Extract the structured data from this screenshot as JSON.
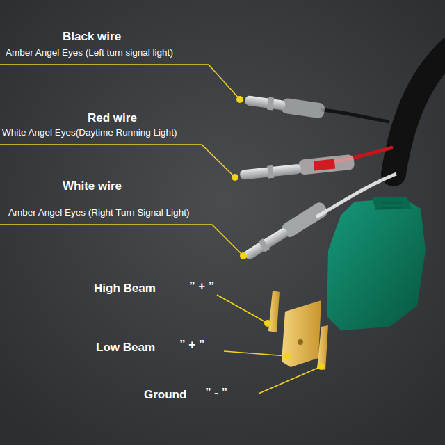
{
  "diagram": {
    "labels": [
      "Black wire",
      "Amber Angel Eyes (Left turn signal light)",
      "Red wire",
      "White Angel Eyes(Daytime Running Light)",
      "White wire",
      "Amber Angel Eyes (Right Turn Signal Light)",
      "High Beam",
      "” + ”",
      "Low Beam",
      "” + ”",
      "Ground",
      "” - ”"
    ]
  }
}
